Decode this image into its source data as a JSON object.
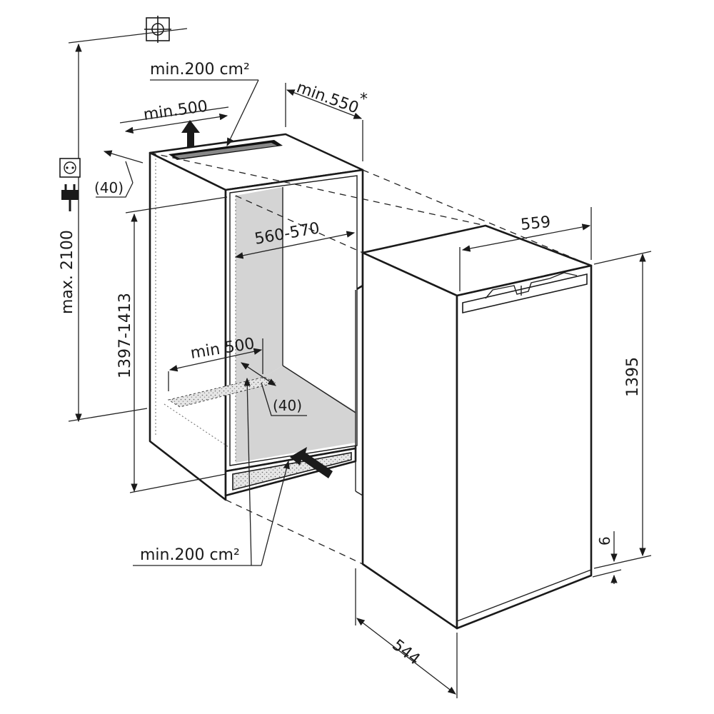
{
  "labels": {
    "vent_top_area": "min.200 cm²",
    "top_clearance_width": "min.500",
    "niche_depth": "min.550",
    "niche_depth_note": "*",
    "top_offset": "(40)",
    "max_height": "max. 2100",
    "niche_width": "560-570",
    "niche_height": "1397-1413",
    "bottom_clearance_width": "min 500",
    "bottom_offset": "(40)",
    "vent_bottom_area": "min.200 cm²",
    "appliance_width": "559",
    "appliance_height": "1395",
    "appliance_depth": "544",
    "plinth_gap": "6"
  },
  "icons": {
    "water_connection": "water-tap-symbol",
    "power_socket": "socket-symbol",
    "power_plug": "plug-symbol"
  },
  "colors": {
    "line": "#1a1a1a",
    "niche_shade": "#d4d4d4",
    "background": "#ffffff"
  }
}
